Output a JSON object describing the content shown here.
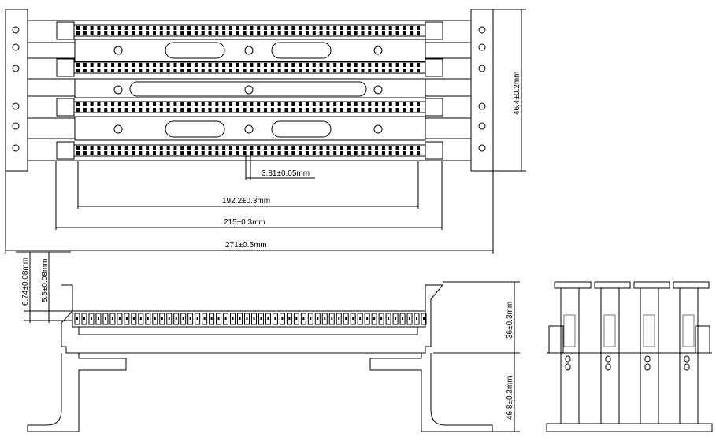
{
  "dimensions": {
    "height_top": "46.4±0.2mm",
    "pitch": "3,81±0.05mm",
    "strip_length": "192.2±0.3mm",
    "rail_length": "215±0.3mm",
    "overall_length": "271±0.5mm",
    "pin_height_outer": "6.74±0.08mm",
    "pin_height_inner": "5.5±0.08mm",
    "block_height": "36±0.3mm",
    "bracket_height": "46.8±0.3mm"
  },
  "strip_count": 4,
  "contacts_per_strip": 50
}
